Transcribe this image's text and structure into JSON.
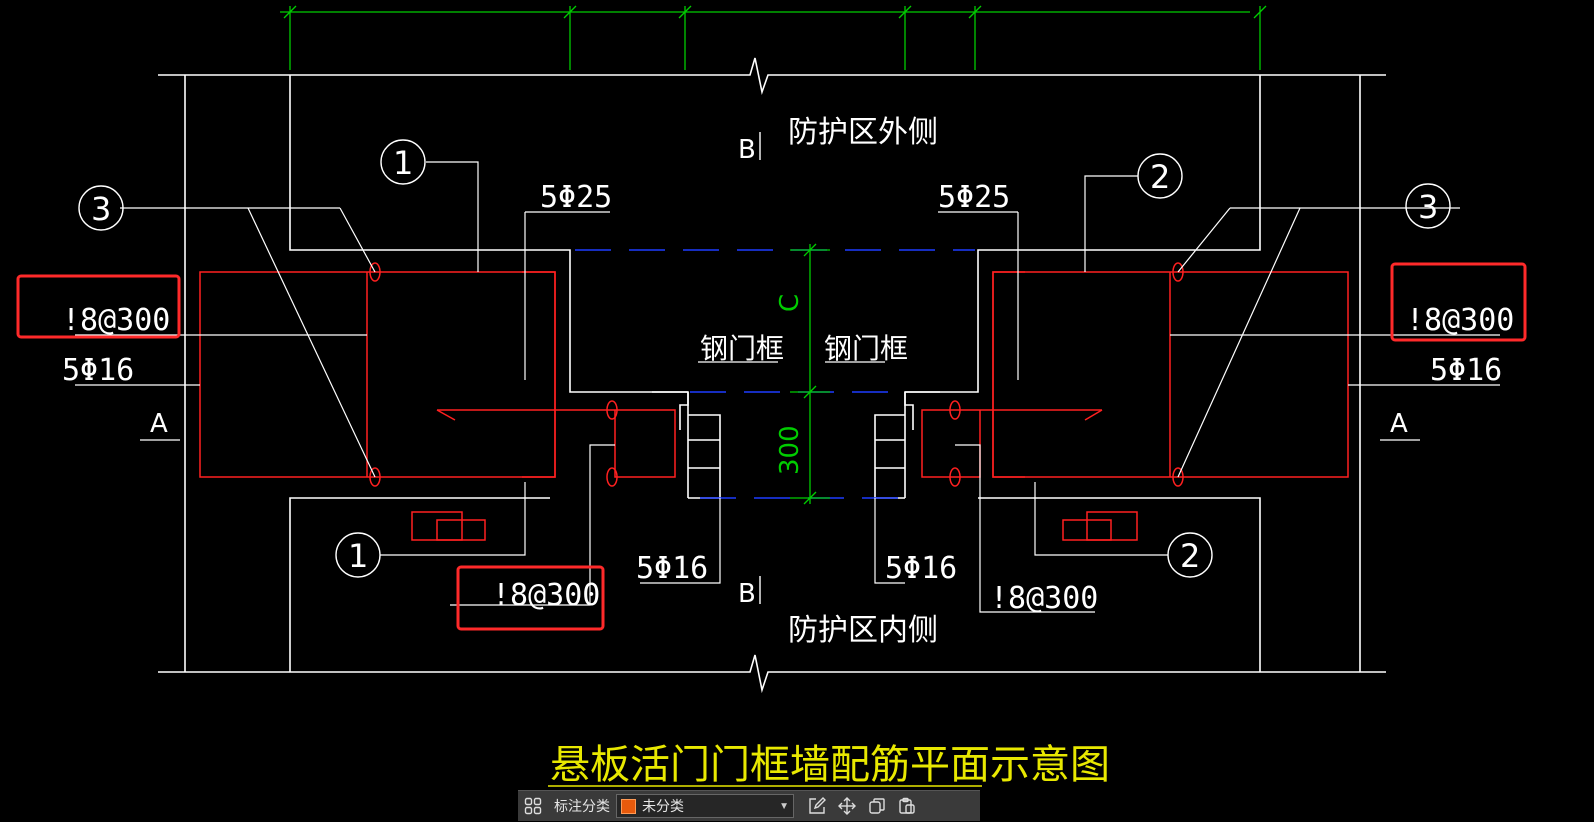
{
  "drawing": {
    "title": "悬板活门门框墙配筋平面示意图",
    "outer_label": "防护区外侧",
    "inner_label": "防护区内侧",
    "section_b": "B",
    "section_a": "A",
    "door_frame": "钢门框",
    "dim_c": "C",
    "dim_300": "300",
    "rebar_5phi25": "5Φ25",
    "rebar_5phi16": "5Φ16",
    "rebar_8at300": "!8@300",
    "marker_1": "1",
    "marker_2": "2",
    "marker_3": "3",
    "colors": {
      "background": "#000000",
      "lines": "#ffffff",
      "rebar": "#ff2020",
      "dimension": "#00cc00",
      "axis": "#1e3cff",
      "title": "#e8e800",
      "highlight": "#ff2a2a"
    }
  },
  "toolbar": {
    "category_label": "标注分类",
    "category_value": "未分类",
    "icons": [
      "grid-icon",
      "edit-icon",
      "move-icon",
      "copy-icon",
      "paste-icon"
    ]
  }
}
